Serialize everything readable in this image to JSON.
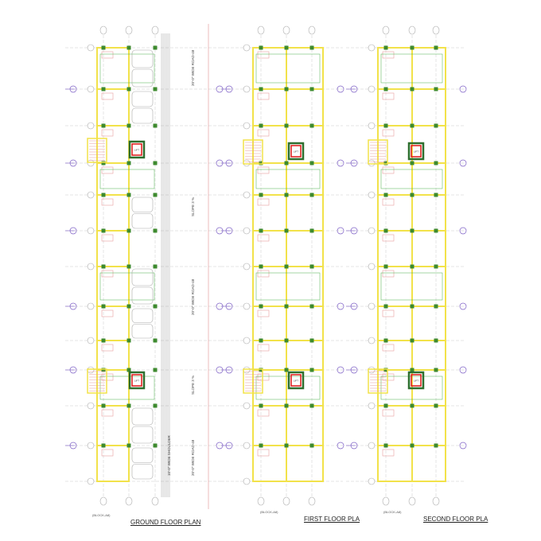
{
  "plans": [
    {
      "title": "GROUND  FLOOR PLAN",
      "block": "(BLOCK-A8)"
    },
    {
      "title": "FIRST FLOOR PLA",
      "block": "(BLOCK-A8)"
    },
    {
      "title": "SECOND FLOOR PLA",
      "block": "(BLOCK-A8)"
    }
  ],
  "road_labels": {
    "road": "20'-0\" WIDE ROAD-48",
    "slope": "SLOPE 3 %",
    "shoulder": "10'-0\" WIDE SHOULDER"
  },
  "room_labels": {
    "lift": "LIFT"
  },
  "colors": {
    "wall": "#f2e24a",
    "column": "#3d8a2e",
    "grid_bubble": "#7a5cc4",
    "lift": "#e01818",
    "lift_frame": "#2e6e2e",
    "partition": "#e8a0a0",
    "green_line": "#4bb04b"
  }
}
